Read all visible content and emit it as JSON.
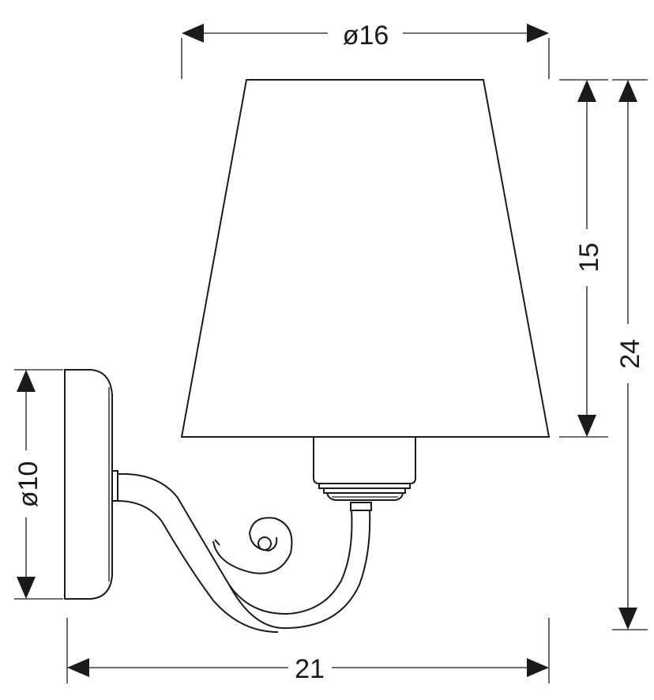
{
  "dimensions": {
    "shade_diameter": "ø16",
    "shade_height": "15",
    "total_height": "24",
    "backplate_diameter": "ø10",
    "total_depth": "21"
  },
  "colors": {
    "stroke": "#1a1a1a",
    "background": "#ffffff"
  }
}
